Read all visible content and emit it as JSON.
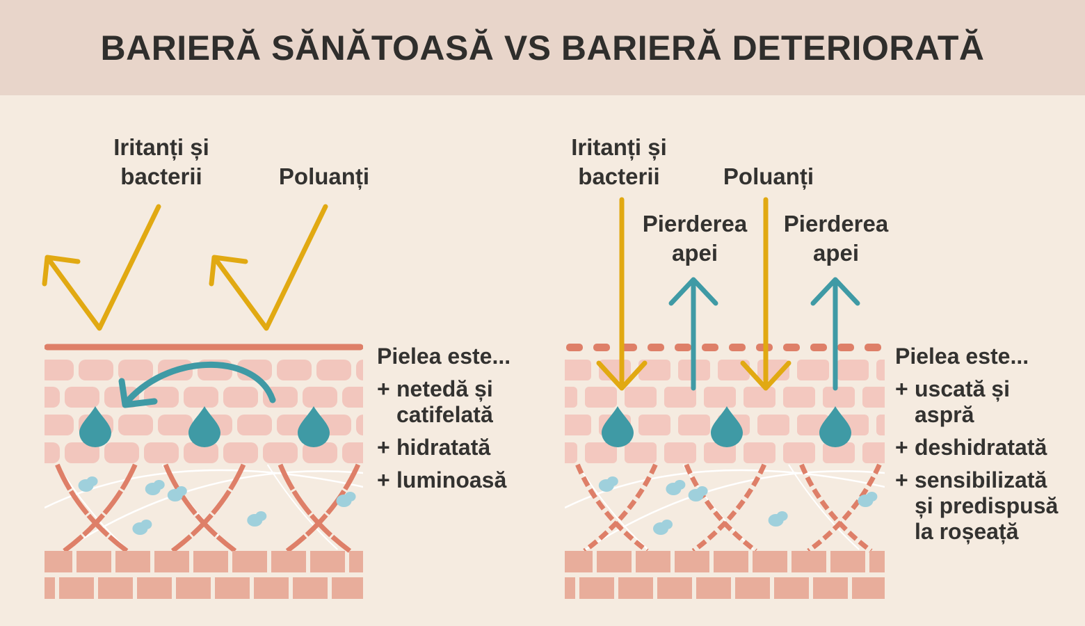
{
  "title": "BARIERĂ SĂNĂTOASĂ VS BARIERĂ DETERIORATĂ",
  "colors": {
    "header_bg": "#e8d5ca",
    "background": "#f5ebe0",
    "yellow_arrow": "#e1a912",
    "teal": "#3f9aa5",
    "cell": "#f2c6bd",
    "brick": "#e8ad9b",
    "fiber": "#de7f68",
    "blob": "#9fd0dc"
  },
  "healthy": {
    "labels": {
      "irritants": "Iritanți și\nbacterii",
      "pollutants": "Poluanți"
    },
    "description": {
      "heading": "Pielea este...",
      "items": [
        "netedă și\ncatifelată",
        "hidratată",
        "luminoasă"
      ]
    }
  },
  "damaged": {
    "labels": {
      "irritants": "Iritanți și\nbacterii",
      "pollutants": "Poluanți",
      "water_loss_1": "Pierderea\napei",
      "water_loss_2": "Pierderea\napei"
    },
    "description": {
      "heading": "Pielea este...",
      "items": [
        "uscată și\naspră",
        "deshidratată",
        "sensibilizată\nși predispusă\nla roșeață"
      ]
    }
  },
  "bullet": "+"
}
